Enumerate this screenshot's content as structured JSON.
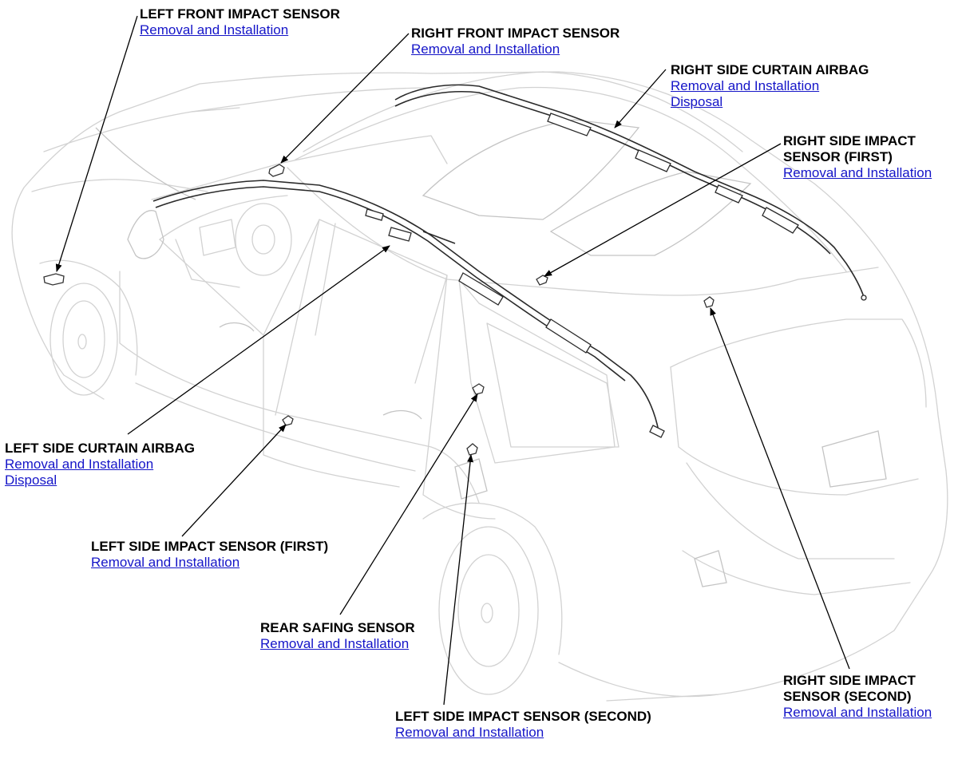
{
  "colors": {
    "label_text": "#000000",
    "link": "#1515c8",
    "car_outline": "#d2d2d2",
    "component": "#2a2a2a"
  },
  "callouts": {
    "left_front_impact": {
      "title": "LEFT FRONT IMPACT SENSOR",
      "links": [
        "Removal and Installation"
      ]
    },
    "right_front_impact": {
      "title": "RIGHT FRONT IMPACT SENSOR",
      "links": [
        "Removal and Installation"
      ]
    },
    "right_side_curtain": {
      "title": "RIGHT SIDE CURTAIN AIRBAG",
      "links": [
        "Removal and Installation",
        "Disposal"
      ]
    },
    "right_side_impact_first": {
      "title_lines": [
        "RIGHT SIDE IMPACT",
        "SENSOR (FIRST)"
      ],
      "links": [
        "Removal and Installation"
      ]
    },
    "left_side_curtain": {
      "title": "LEFT SIDE CURTAIN AIRBAG",
      "links": [
        "Removal and Installation",
        "Disposal"
      ]
    },
    "left_side_impact_first": {
      "title": "LEFT SIDE IMPACT SENSOR (FIRST)",
      "links": [
        "Removal and Installation"
      ]
    },
    "rear_safing": {
      "title": "REAR SAFING SENSOR",
      "links": [
        "Removal and Installation"
      ]
    },
    "left_side_impact_second": {
      "title": "LEFT SIDE IMPACT SENSOR (SECOND)",
      "links": [
        "Removal and Installation"
      ]
    },
    "right_side_impact_second": {
      "title_lines": [
        "RIGHT SIDE IMPACT",
        "SENSOR (SECOND)"
      ],
      "links": [
        "Removal and Installation"
      ]
    }
  }
}
